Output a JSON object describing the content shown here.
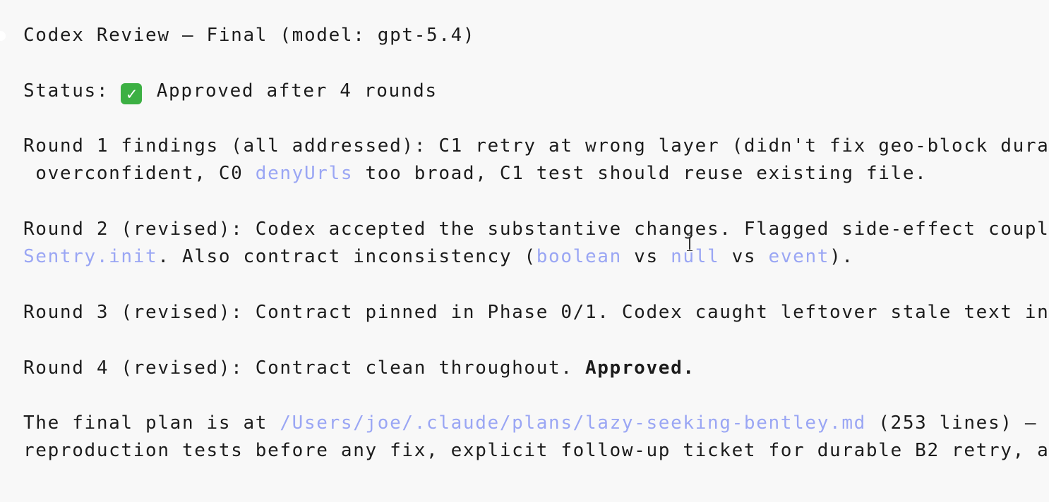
{
  "title": "Codex Review — Final (model: gpt-5.4)",
  "status": {
    "label": "Status: ",
    "icon": "check-mark-button-icon",
    "icon_glyph": "✓",
    "text": "Approved after 4 rounds"
  },
  "round1": {
    "line1": "Round 1 findings (all addressed): C1 retry at wrong layer (didn't fix geo-block dura",
    "line2_a": " overconfident, C0 ",
    "line2_code": "denyUrls",
    "line2_b": " too broad, C1 test should reuse existing file."
  },
  "round2": {
    "line1": "Round 2 (revised): Codex accepted the substantive changes. Flagged side-effect coupl",
    "line2_code1": "Sentry.init",
    "line2_a": ". Also contract inconsistency (",
    "line2_code2": "boolean",
    "line2_b": " vs ",
    "line2_code3": "null",
    "line2_c": " vs ",
    "line2_code4": "event",
    "line2_d": ")."
  },
  "round3": {
    "line1": "Round 3 (revised): Contract pinned in Phase 0/1. Codex caught leftover stale text in"
  },
  "round4": {
    "text": "Round 4 (revised): Contract clean throughout. ",
    "bold": "Approved."
  },
  "final": {
    "line1_a": "The final plan is at ",
    "line1_path": "/Users/joe/.claude/plans/lazy-seeking-bentley.md",
    "line1_b": " (253 lines) —",
    "line2": "reproduction tests before any fix, explicit follow-up ticket for durable B2 retry, a"
  },
  "colors": {
    "background": "#f8f8f8",
    "text": "#1c1c1c",
    "inline_code": "#9aa6f4",
    "check": "#3cb043"
  }
}
